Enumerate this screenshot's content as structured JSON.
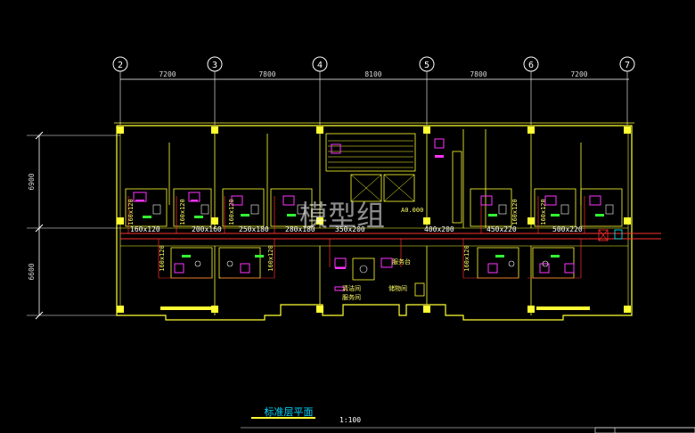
{
  "axes": [
    "2",
    "3",
    "4",
    "5",
    "6",
    "7"
  ],
  "spans": [
    "7200",
    "7800",
    "8100",
    "7800",
    "7200"
  ],
  "vertical_dims": [
    "6900",
    "6600"
  ],
  "ducts": [
    "160x120",
    "200x160",
    "250x180",
    "280x180",
    "350x200",
    "400x200",
    "450x220",
    "500x220"
  ],
  "riser_labels": [
    "160x120",
    "160x120",
    "160x120",
    "160x120",
    "160x120",
    "160x120",
    "160x120",
    "160x120"
  ],
  "room_labels": {
    "stair_mark": "A0.000",
    "service": "服务台",
    "room_a": "清洁间",
    "room_b": "服务间",
    "room_c": "储物间"
  },
  "watermark": "模型组",
  "title": "标准层平面",
  "scale": "1:100",
  "colors": {
    "background": "#000000",
    "wall": "#ffff33",
    "grid": "#ffffff",
    "duct": "#ff3030",
    "fixture": "#ff33ff",
    "equipment": "#33ff33",
    "accent": "#00ffff",
    "title": "#00d8ff"
  }
}
